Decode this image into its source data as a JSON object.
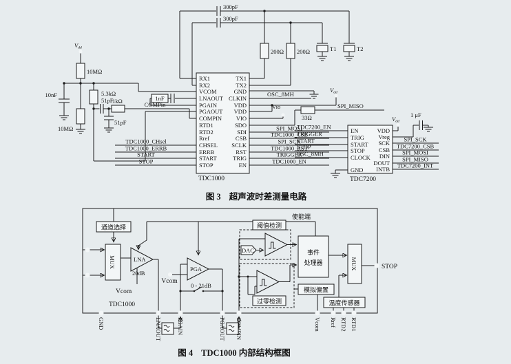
{
  "fig3": {
    "caption_no": "图 3",
    "caption": "超声波时差测量电路",
    "tdc1000": {
      "name": "TDC1000",
      "left_pins": [
        "RX1",
        "RX2",
        "VCOM",
        "LNAOUT",
        "PGAIN",
        "PGAOUT",
        "COMPIN",
        "RTD1",
        "RTD2",
        "Rref",
        "CHSEL",
        "ERRB",
        "START",
        "STOP"
      ],
      "right_pins": [
        "TX1",
        "TX2",
        "GND",
        "CLKIN",
        "VDD",
        "VDD",
        "VIO",
        "SDO",
        "SDI",
        "CSB",
        "SCLK",
        "RST",
        "TRIG",
        "EN"
      ]
    },
    "tdc7200": {
      "name": "TDC7200",
      "left_pins": [
        "EN",
        "TRIG",
        "START",
        "STOP",
        "CLOCK",
        "GND"
      ],
      "right_pins": [
        "VDD",
        "Vreg",
        "SCK",
        "CSB",
        "DIN",
        "DOUT",
        "INTB"
      ]
    },
    "tdc1000_left_signals": [
      "TDC1000_CHsel",
      "TDC1000_ERRB",
      "START",
      "STOP"
    ],
    "tdc1000_right_signals": [
      "SPI_MOSI",
      "TDC1000_CSB",
      "SPI_SCK",
      "TDC1000_RST",
      "TRIGGER",
      "TDC1000_EN"
    ],
    "tdc7200_left_signals": [
      "TDC7200_EN",
      "TRIGGER",
      "START",
      "STOP",
      "OSC_8MH"
    ],
    "tdc7200_right_signals": [
      "SPI_SCK",
      "TDC7200_CSB",
      "SPI_MOSI",
      "SPI_MISO",
      "TDC7200_INT"
    ],
    "components": {
      "c300a": "300pF",
      "c300b": "300pF",
      "r200a": "200Ω",
      "r200b": "200Ω",
      "t1": "T1",
      "t2": "T2",
      "r10m_a": "10MΩ",
      "r10m_b": "10MΩ",
      "c10n": "10nF",
      "r5k3": "5.3kΩ",
      "c51p_a": "51pF",
      "c51p_b": "51pF",
      "r1k": "1kΩ",
      "c1n": "1nF",
      "net_compin": "COMPin",
      "net_osc": "OSC_8MH",
      "net_vio": "Vio",
      "r33": "33Ω",
      "net_miso": "SPI_MISO",
      "c1u": "1 μF",
      "vdd_v": "V",
      "vdd_sub": "dd"
    }
  },
  "fig4": {
    "caption_no": "图 4",
    "caption": "TDC1000 内部结构框图",
    "blocks": {
      "channel_select": "通道选择",
      "mux": "MUX",
      "lna": "LNA",
      "lna_gain": "20dB",
      "vcom": "Vcom",
      "chip": "TDC1000",
      "pga": "PGA",
      "pga_gain": "0 - 21dB",
      "dac": "DAC",
      "threshold": "阈值检测",
      "zero_cross": "过零检测",
      "enable": "使能端",
      "event_line1": "事件",
      "event_line2": "处理器",
      "bias": "模拟偏置",
      "temp_sensor": "温度传感器",
      "stop": "STOP"
    },
    "pins": [
      "GND",
      "LNAOUT",
      "PGAIN",
      "PGAOUT",
      "COMPIN",
      "Vcom",
      "Rref",
      "RTD2",
      "RTD1"
    ]
  }
}
